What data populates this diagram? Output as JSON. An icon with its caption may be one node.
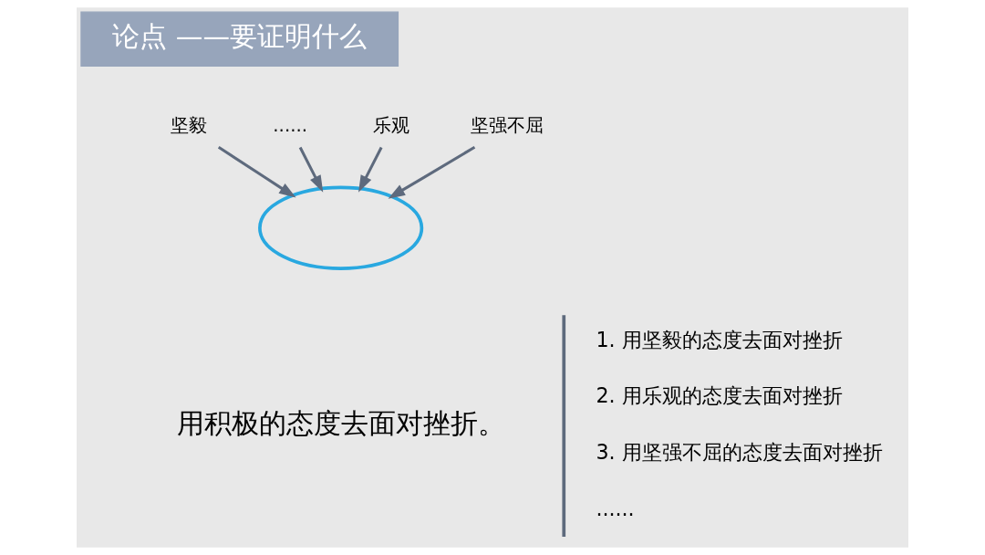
{
  "diagram": {
    "nodes": [
      {
        "text": [
          "论点 ——要证明什么"
        ]
      },
      {
        "text": [
          "坚毅"
        ]
      },
      {
        "text": [
          "乐观"
        ]
      },
      {
        "text": [
          "坚强不屈"
        ]
      },
      {
        "text": [
          "......"
        ]
      },
      {
        "text": [],
        "shape": "ellipse"
      },
      {
        "text": [
          "用积极的态度去面对挫折。"
        ]
      }
    ],
    "edges": [
      {
        "from": 1,
        "to": 5,
        "arrow": "to"
      },
      {
        "from": 2,
        "to": 5,
        "arrow": "to"
      },
      {
        "from": 3,
        "to": 5,
        "arrow": "to"
      },
      {
        "from": 4,
        "to": 5,
        "arrow": "to"
      }
    ],
    "labels": [
      "1. 用坚毅的态度去面对挫折",
      "2. 用乐观的态度去面对挫折",
      "3. 用坚强不屈的态度去面对挫折",
      "......"
    ]
  }
}
